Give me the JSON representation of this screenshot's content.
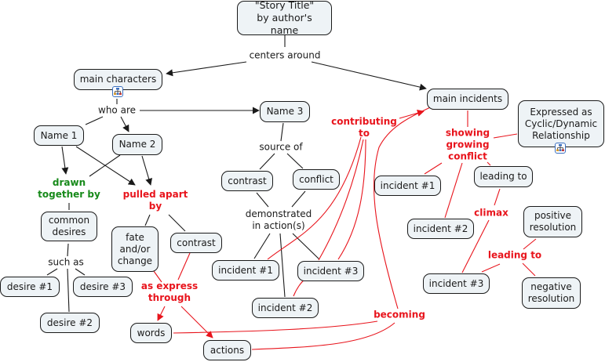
{
  "colors": {
    "node_fill": "#eef3f6",
    "node_border": "#1a1a1a",
    "black_link": "#1a1a1a",
    "red_link": "#e8141c",
    "green_label": "#178a1a"
  },
  "nodes": {
    "story_title": "\"Story Title\"\nby author's name",
    "main_characters": "main characters",
    "main_incidents": "main incidents",
    "name1": "Name 1",
    "name2": "Name 2",
    "name3": "Name 3",
    "common_desires": "common\ndesires",
    "desire1": "desire #1",
    "desire2": "desire #2",
    "desire3": "desire #3",
    "fate": "fate\nand/or\nchange",
    "contrast_left": "contrast",
    "words": "words",
    "actions": "actions",
    "contrast_mid": "contrast",
    "conflict": "conflict",
    "incident1_mid": "incident #1",
    "incident2_mid": "incident #2",
    "incident3_mid": "incident #3",
    "expressed_as": "Expressed as\nCyclic/Dynamic\nRelationship",
    "incident1_right": "incident #1",
    "incident2_right": "incident #2",
    "incident3_right": "incident #3",
    "leading_to_node": "leading to",
    "positive_resolution": "positive\nresolution",
    "negative_resolution": "negative\nresolution"
  },
  "labels": {
    "centers_around": "centers around",
    "who_are": "who are",
    "drawn_together_by": "drawn\ntogether by",
    "pulled_apart_by": "pulled apart\nby",
    "such_as": "such as",
    "as_express_through": "as express\nthrough",
    "source_of": "source of",
    "demonstrated_in_actions": "demonstrated\nin action(s)",
    "contributing_to": "contributing\nto",
    "becoming": "becoming",
    "showing_growing_conflict": "showing\ngrowing\nconflict",
    "climax": "climax",
    "leading_to": "leading to"
  },
  "icons": {
    "submap_main_characters": "concept-map-submap-icon",
    "submap_expressed_as": "concept-map-submap-icon"
  }
}
